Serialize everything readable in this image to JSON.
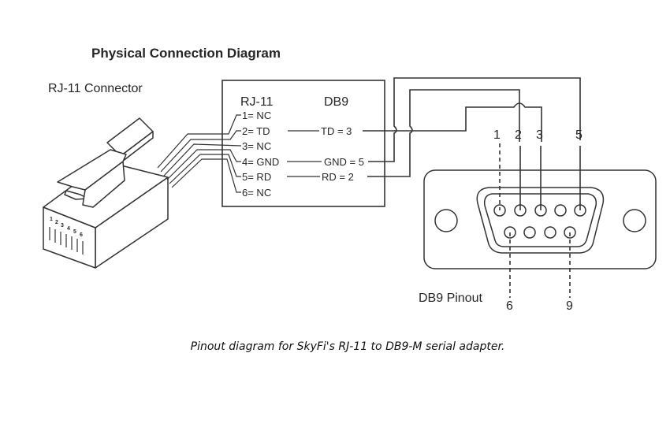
{
  "diagram": {
    "title": "Physical Connection Diagram",
    "rj11_label": "RJ-11 Connector",
    "rj11_plug_pin_numbers": [
      "1",
      "2",
      "3",
      "4",
      "5",
      "6"
    ],
    "wiring_box": {
      "col_rj11": "RJ-11",
      "col_db9": "DB9",
      "rj11_pins": [
        "1= NC",
        "2= TD",
        "3= NC",
        "4= GND",
        "5= RD",
        "6= NC"
      ],
      "db9_signals": [
        "TD = 3",
        "GND = 5",
        "RD = 2"
      ]
    },
    "db9": {
      "label": "DB9 Pinout",
      "top_pin_labels": [
        "1",
        "2",
        "3",
        "5"
      ],
      "bottom_pin_labels": [
        "6",
        "9"
      ]
    }
  },
  "caption": "Pinout diagram for SkyFi's RJ-11 to DB9-M serial adapter."
}
